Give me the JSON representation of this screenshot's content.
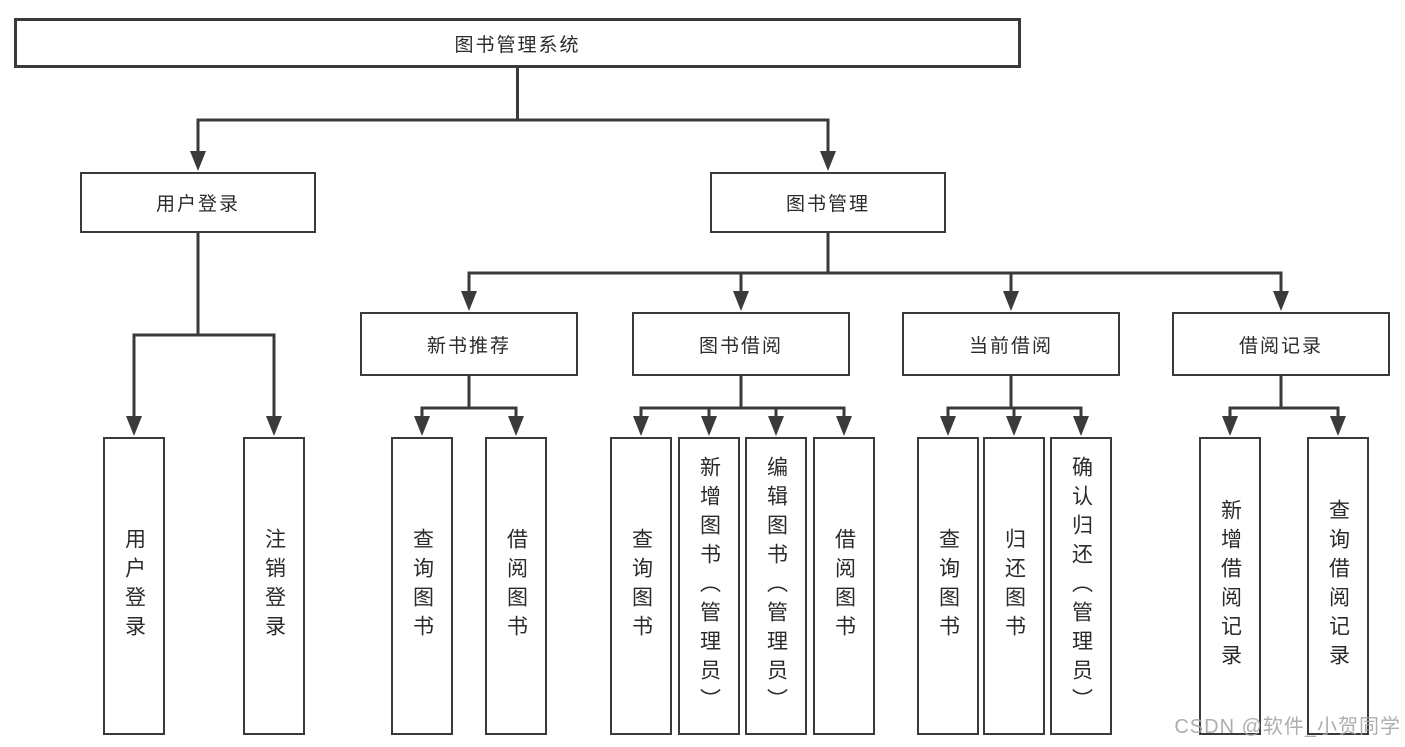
{
  "tree": {
    "root": {
      "label": "图书管理系统",
      "children": [
        {
          "label": "用户登录",
          "children": [
            {
              "label": "用户登录"
            },
            {
              "label": "注销登录"
            }
          ]
        },
        {
          "label": "图书管理",
          "children": [
            {
              "label": "新书推荐",
              "children": [
                {
                  "label": "查询图书"
                },
                {
                  "label": "借阅图书"
                }
              ]
            },
            {
              "label": "图书借阅",
              "children": [
                {
                  "label": "查询图书"
                },
                {
                  "label": "新增图书（管理员）"
                },
                {
                  "label": "编辑图书（管理员）"
                },
                {
                  "label": "借阅图书"
                }
              ]
            },
            {
              "label": "当前借阅",
              "children": [
                {
                  "label": "查询图书"
                },
                {
                  "label": "归还图书"
                },
                {
                  "label": "确认归还（管理员）"
                }
              ]
            },
            {
              "label": "借阅记录",
              "children": [
                {
                  "label": "新增借阅记录"
                },
                {
                  "label": "查询借阅记录"
                }
              ]
            }
          ]
        }
      ]
    }
  },
  "watermark": {
    "text": "CSDN @软件_小贺同学"
  },
  "colors": {
    "line": "#3a3a3a",
    "border": "#3a3a3a",
    "text": "#2b2b2b",
    "watermark": "#a6a6a6",
    "bg": "#ffffff"
  }
}
